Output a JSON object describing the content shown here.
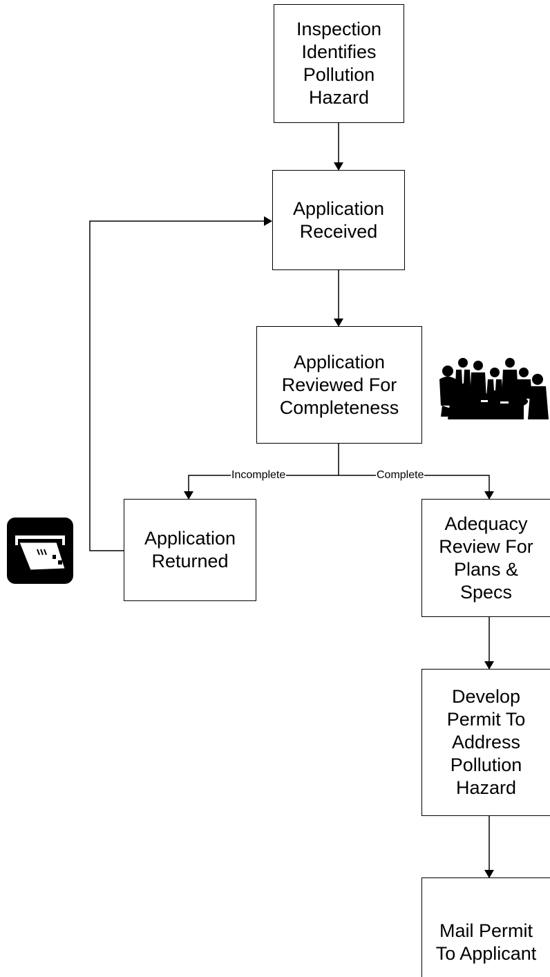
{
  "nodes": {
    "inspection": {
      "lines": [
        "Inspection",
        "Identifies",
        "Pollution",
        "Hazard"
      ]
    },
    "received": {
      "lines": [
        "Application",
        "Received"
      ]
    },
    "reviewed": {
      "lines": [
        "Application",
        "Reviewed For",
        "Completeness"
      ]
    },
    "returned": {
      "lines": [
        "Application",
        "Returned"
      ]
    },
    "adequacy": {
      "lines": [
        "Adequacy",
        "Review For",
        "Plans &",
        "Specs"
      ]
    },
    "develop": {
      "lines": [
        "Develop",
        "Permit To",
        "Address",
        "Pollution",
        "Hazard"
      ]
    },
    "mail": {
      "lines": [
        "Mail Permit",
        "To Applicant"
      ]
    }
  },
  "edges": {
    "incomplete_label": "Incomplete",
    "complete_label": "Complete"
  },
  "icons": {
    "meeting": "meeting-people-icon",
    "mail_slot": "mail-slot-icon"
  }
}
